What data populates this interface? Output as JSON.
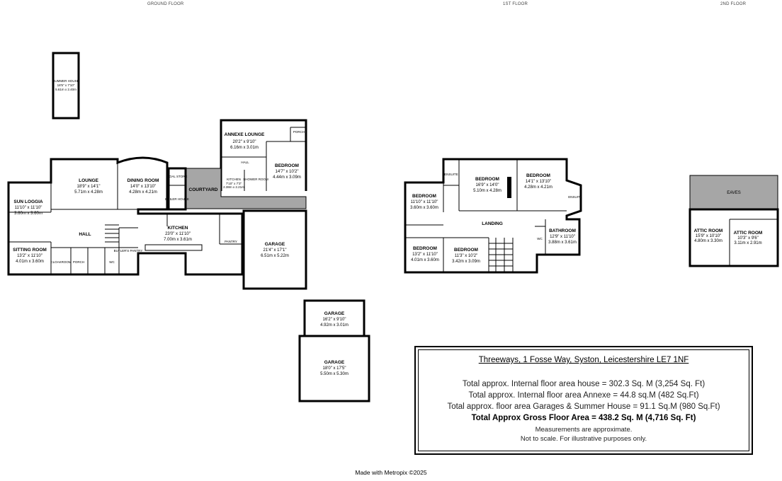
{
  "floors": {
    "ground": "GROUND FLOOR",
    "first": "1ST FLOOR",
    "second": "2ND FLOOR"
  },
  "rooms": {
    "summer_house": {
      "name": "SUMMER HOUSE",
      "dims": "18'5\" x 7'10\"",
      "metric": "5.61m x 2.40m"
    },
    "annexe_lounge": {
      "name": "ANNEXE LOUNGE",
      "dims": "20'2\" x 9'10\"",
      "metric": "6.16m x 3.01m"
    },
    "porch_annexe": {
      "name": "PORCH"
    },
    "annexe_hall": {
      "name": "HALL"
    },
    "annexe_bedroom": {
      "name": "BEDROOM",
      "dims": "14'7\" x 10'2\"",
      "metric": "4.44m x 3.09m"
    },
    "annexe_kitchen": {
      "name": "KITCHEN",
      "dims": "7'10\" x 7'3\"",
      "metric": "2.38m x 2.21m"
    },
    "shower_room": {
      "name": "SHOWER ROOM"
    },
    "coal_store": {
      "name": "COAL STORE"
    },
    "courtyard": {
      "name": "COURTYARD"
    },
    "boiler_house": {
      "name": "BOILER HOUSE"
    },
    "lounge": {
      "name": "LOUNGE",
      "dims": "18'9\" x 14'1\"",
      "metric": "5.71m x 4.28m"
    },
    "dining_room": {
      "name": "DINING ROOM",
      "dims": "14'0\" x 13'10\"",
      "metric": "4.28m x 4.21m"
    },
    "sun_loggia": {
      "name": "SUN LOGGIA",
      "dims": "11'10\" x 11'10\"",
      "metric": "3.60m x 3.60m"
    },
    "hall": {
      "name": "HALL"
    },
    "sitting_room": {
      "name": "SITTING ROOM",
      "dims": "13'2\" x 11'10\"",
      "metric": "4.01m x 3.60m"
    },
    "cloakroom": {
      "name": "CLOAKROOM"
    },
    "porch": {
      "name": "PORCH"
    },
    "wc": {
      "name": "WC"
    },
    "butlers_pantry": {
      "name": "BUTLER'S PANTRY"
    },
    "kitchen": {
      "name": "KITCHEN",
      "dims": "23'0\" x 11'10\"",
      "metric": "7.00m x 3.61m"
    },
    "pantry": {
      "name": "PANTRY"
    },
    "garage_main": {
      "name": "GARAGE",
      "dims": "21'4\" x 17'1\"",
      "metric": "6.51m x 5.22m"
    },
    "garage_2": {
      "name": "GARAGE",
      "dims": "16'2\" x 9'10\"",
      "metric": "4.92m x 3.01m"
    },
    "garage_3": {
      "name": "GARAGE",
      "dims": "18'0\" x 17'5\"",
      "metric": "5.50m x 5.30m"
    },
    "f1_bedroom_main": {
      "name": "BEDROOM",
      "dims": "16'9\" x 14'0\"",
      "metric": "5.10m x 4.28m"
    },
    "f1_ensuite_left": {
      "name": "ENSUITE"
    },
    "f1_bedroom_right": {
      "name": "BEDROOM",
      "dims": "14'1\" x 13'10\"",
      "metric": "4.28m x 4.21m"
    },
    "f1_ensuite_right": {
      "name": "ENSUITE"
    },
    "f1_bedroom_left": {
      "name": "BEDROOM",
      "dims": "11'10\" x 11'10\"",
      "metric": "3.60m x 3.60m"
    },
    "f1_landing": {
      "name": "LANDING"
    },
    "f1_bathroom": {
      "name": "BATHROOM",
      "dims": "12'9\" x 11'10\"",
      "metric": "3.88m x 3.61m"
    },
    "f1_wc": {
      "name": "WC"
    },
    "f1_bedroom_bl": {
      "name": "BEDROOM",
      "dims": "13'2\" x 11'10\"",
      "metric": "4.01m x 3.60m"
    },
    "f1_bedroom_bm": {
      "name": "BEDROOM",
      "dims": "11'3\" x 10'2\"",
      "metric": "3.42m x 3.09m"
    },
    "eaves": {
      "name": "EAVES"
    },
    "attic_1": {
      "name": "ATTIC ROOM",
      "dims": "15'9\" x 10'10\"",
      "metric": "4.80m x 3.30m"
    },
    "attic_2": {
      "name": "ATTIC ROOM",
      "dims": "10'3\" x 9'6\"",
      "metric": "3.11m x 2.91m"
    }
  },
  "info": {
    "title": "Threeways, 1 Fosse Way, Syston, Leicestershire LE7 1NF",
    "line1": "Total approx. Internal floor area house = 302.3 Sq. M (3,254 Sq. Ft)",
    "line2": "Total approx. Internal floor area Annexe = 44.8 sq.M (482 Sq.Ft)",
    "line3": "Total approx. floor area Garages & Summer House = 91.1 Sq.M (980 Sq.Ft)",
    "line4": "Total Approx Gross Floor Area = 438.2 Sq. M (4,716 Sq. Ft)",
    "note1": "Measurements are approximate.",
    "note2": "Not to scale. For illustrative purposes only."
  },
  "footer": "Made with Metropix ©2025",
  "colors": {
    "wall": "#000000",
    "courtyard": "#a6a6a6",
    "eaves": "#a6a6a6"
  }
}
